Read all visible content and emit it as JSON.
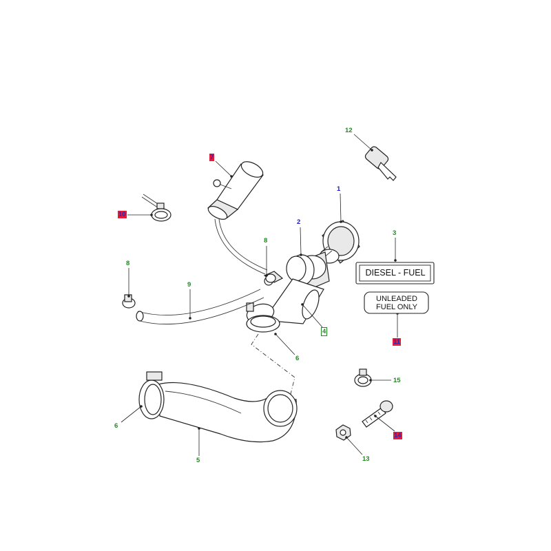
{
  "callouts": {
    "c1": "1",
    "c2": "2",
    "c3": "3",
    "c4": "4",
    "c5": "5",
    "c6a": "6",
    "c6b": "6",
    "c7": "7",
    "c8a": "8",
    "c8b": "8",
    "c9": "9",
    "c10": "10",
    "c11": "11",
    "c12": "12",
    "c13": "13",
    "c14": "14",
    "c15": "15"
  },
  "labels": {
    "diesel": "DIESEL - FUEL",
    "unleaded_line1": "UNLEADED",
    "unleaded_line2": "FUEL ONLY"
  },
  "colors": {
    "callout_green": "#1f8a1f",
    "callout_blue": "#1a1acc",
    "callout_red_fill": "#e8193a"
  }
}
